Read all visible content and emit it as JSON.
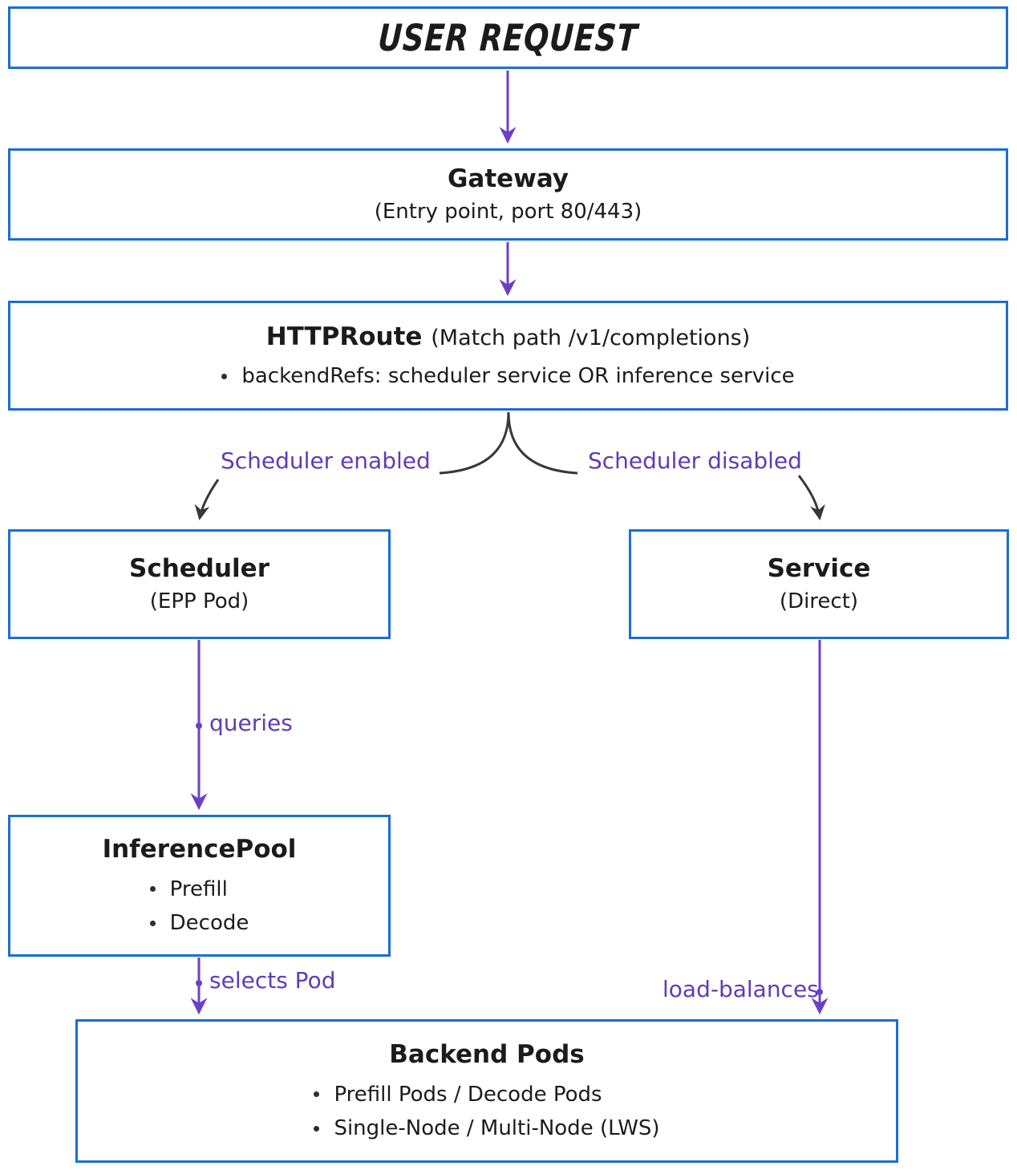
{
  "diagram": {
    "colors": {
      "blue": "#1A6FD3",
      "purple": "#6B40C8",
      "purple-text": "#5E3CB8",
      "dark": "#383838",
      "ink": "#1b1b1b"
    },
    "nodes": {
      "user_request": {
        "title": "USER REQUEST"
      },
      "gateway": {
        "title": "Gateway",
        "subtitle": "(Entry point, port 80/443)"
      },
      "httproute": {
        "title": "HTTPRoute",
        "title_suffix": "(Match path /v1/completions)",
        "bullets": [
          "backendRefs: scheduler service OR inference service"
        ]
      },
      "scheduler": {
        "title": "Scheduler",
        "subtitle": "(EPP Pod)"
      },
      "service": {
        "title": "Service",
        "subtitle": "(Direct)"
      },
      "inference_pool": {
        "title": "InferencePool",
        "bullets": [
          "Prefill",
          "Decode"
        ]
      },
      "backend_pods": {
        "title": "Backend Pods",
        "bullets": [
          "Prefill Pods / Decode Pods",
          "Single-Node / Multi-Node (LWS)"
        ]
      }
    },
    "edge_labels": {
      "scheduler_enabled": "Scheduler enabled",
      "scheduler_disabled": "Scheduler disabled",
      "queries": "queries",
      "selects_pod": "selects Pod",
      "load_balances": "load-balances"
    }
  }
}
